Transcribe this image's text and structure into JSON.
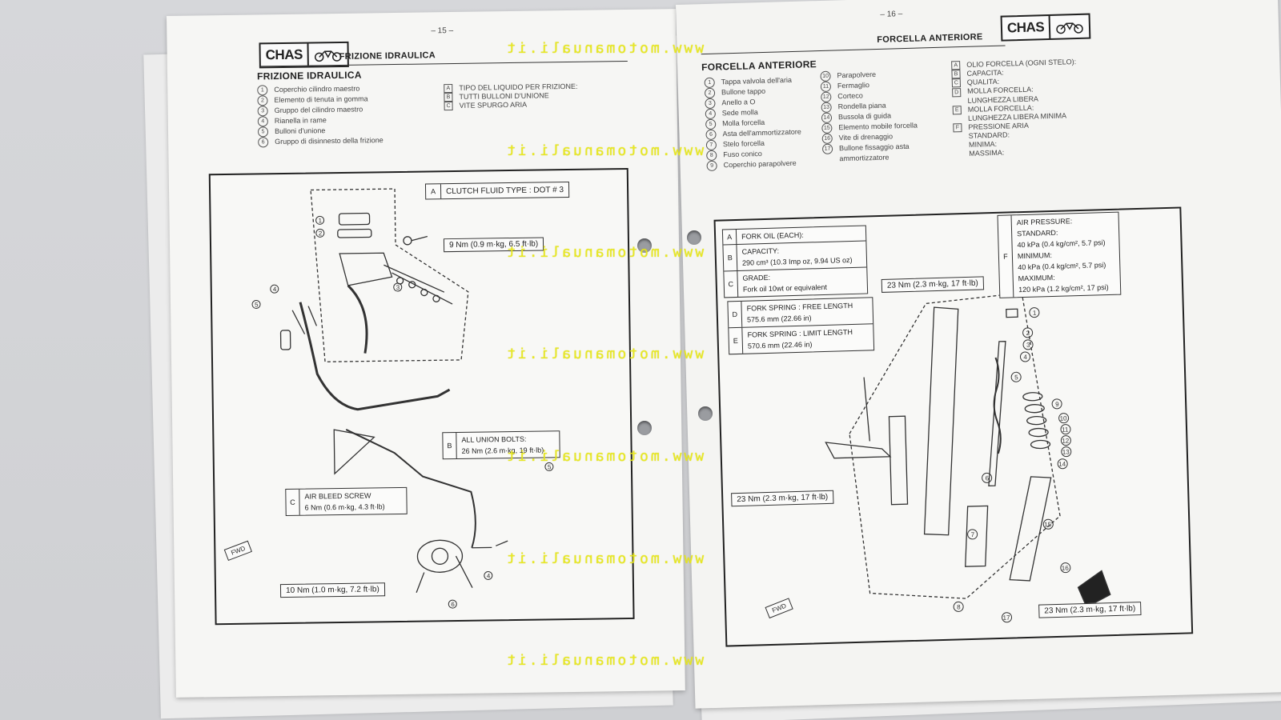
{
  "left_page": {
    "page_number": "– 15 –",
    "chas_label": "CHAS",
    "header_title": "FRIZIONE IDRAULICA",
    "section_title": "FRIZIONE IDRAULICA",
    "parts": [
      {
        "num": "1",
        "text": "Coperchio cilindro maestro"
      },
      {
        "num": "2",
        "text": "Elemento di tenuta in gomma"
      },
      {
        "num": "3",
        "text": "Gruppo del cilindro maestro"
      },
      {
        "num": "4",
        "text": "Rianella in rame"
      },
      {
        "num": "5",
        "text": "Bulloni d'unione"
      },
      {
        "num": "6",
        "text": "Gruppo di disinnesto della frizione"
      }
    ],
    "specs": [
      {
        "key": "A",
        "text": "TIPO DEL LIQUIDO PER FRIZIONE:"
      },
      {
        "key": "B",
        "text": "TUTTI BULLONI D'UNIONE"
      },
      {
        "key": "C",
        "text": "VITE SPURGO ARIA"
      }
    ],
    "callouts": {
      "clutch_fluid_key": "A",
      "clutch_fluid": "CLUTCH FLUID TYPE : DOT # 3",
      "torque_top": "9 Nm (0.9 m·kg, 6.5 ft·lb)",
      "union_key": "B",
      "union_title": "ALL UNION BOLTS:",
      "union_value": "26 Nm (2.6 m·kg, 19 ft·lb)",
      "bleed_key": "C",
      "bleed_title": "AIR BLEED SCREW",
      "bleed_value": "6 Nm (0.6 m·kg, 4.3 ft·lb)",
      "torque_bottom": "10 Nm (1.0 m·kg, 7.2 ft·lb)",
      "fwd": "FWD"
    }
  },
  "right_page": {
    "page_number": "– 16 –",
    "chas_label": "CHAS",
    "header_title": "FORCELLA ANTERIORE",
    "section_title": "FORCELLA ANTERIORE",
    "parts_col1": [
      {
        "num": "1",
        "text": "Tappa valvola dell'aria"
      },
      {
        "num": "2",
        "text": "Bullone tappo"
      },
      {
        "num": "3",
        "text": "Anello a O"
      },
      {
        "num": "4",
        "text": "Sede molla"
      },
      {
        "num": "5",
        "text": "Molla forcella"
      },
      {
        "num": "6",
        "text": "Asta dell'ammortizzatore"
      },
      {
        "num": "7",
        "text": "Stelo forcella"
      },
      {
        "num": "8",
        "text": "Fuso conico"
      },
      {
        "num": "9",
        "text": "Coperchio parapolvere"
      }
    ],
    "parts_col2": [
      {
        "num": "10",
        "text": "Parapolvere"
      },
      {
        "num": "11",
        "text": "Fermaglio"
      },
      {
        "num": "12",
        "text": "Corteco"
      },
      {
        "num": "13",
        "text": "Rondella piana"
      },
      {
        "num": "14",
        "text": "Bussola di guida"
      },
      {
        "num": "15",
        "text": "Elemento mobile forcella"
      },
      {
        "num": "16",
        "text": "Vite di drenaggio"
      },
      {
        "num": "17",
        "text": "Bullone fissaggio asta"
      },
      {
        "num": "",
        "text": "ammortizzatore"
      }
    ],
    "specs": [
      {
        "key": "A",
        "text": "OLIO FORCELLA (OGNI STELO):"
      },
      {
        "key": "B",
        "text": "CAPACITA:"
      },
      {
        "key": "C",
        "text": "QUALITA:"
      },
      {
        "key": "D",
        "text": "MOLLA FORCELLA:"
      },
      {
        "key": "",
        "text": "LUNGHEZZA LIBERA"
      },
      {
        "key": "E",
        "text": "MOLLA FORCELLA:"
      },
      {
        "key": "",
        "text": "LUNGHEZZA LIBERA MINIMA"
      },
      {
        "key": "F",
        "text": "PRESSIONE ARIA"
      },
      {
        "key": "",
        "text": "STANDARD:"
      },
      {
        "key": "",
        "text": "MINIMA:"
      },
      {
        "key": "",
        "text": "MASSIMA:"
      }
    ],
    "spec_table": [
      {
        "key": "A",
        "lines": [
          "FORK OIL (EACH):"
        ]
      },
      {
        "key": "B",
        "lines": [
          "CAPACITY:",
          "290 cm³ (10.3 Imp oz, 9.94 US oz)"
        ]
      },
      {
        "key": "C",
        "lines": [
          "GRADE:",
          "Fork oil 10wt or equivalent"
        ]
      }
    ],
    "spring_table": [
      {
        "key": "D",
        "lines": [
          "FORK SPRING : FREE LENGTH",
          "575.6 mm (22.66 in)"
        ]
      },
      {
        "key": "E",
        "lines": [
          "FORK SPRING : LIMIT LENGTH",
          "570.6 mm (22.46 in)"
        ]
      }
    ],
    "air_table": {
      "key": "F",
      "lines": [
        "AIR PRESSURE:",
        "STANDARD:",
        "40 kPa (0.4 kg/cm², 5.7 psi)",
        "MINIMUM:",
        "40 kPa (0.4 kg/cm², 5.7 psi)",
        "MAXIMUM:",
        "120 kPa (1.2 kg/cm², 17 psi)"
      ]
    },
    "torque_top": "23 Nm (2.3 m·kg, 17 ft·lb)",
    "torque_mid": "23 Nm (2.3 m·kg, 17 ft·lb)",
    "torque_bottom": "23 Nm (2.3 m·kg, 17 ft·lb)",
    "fwd": "FWD"
  },
  "watermark": "www.motomanuali.it",
  "colors": {
    "watermark": "#e8e81a",
    "paper": "#f6f6f4",
    "ink": "#222222"
  }
}
